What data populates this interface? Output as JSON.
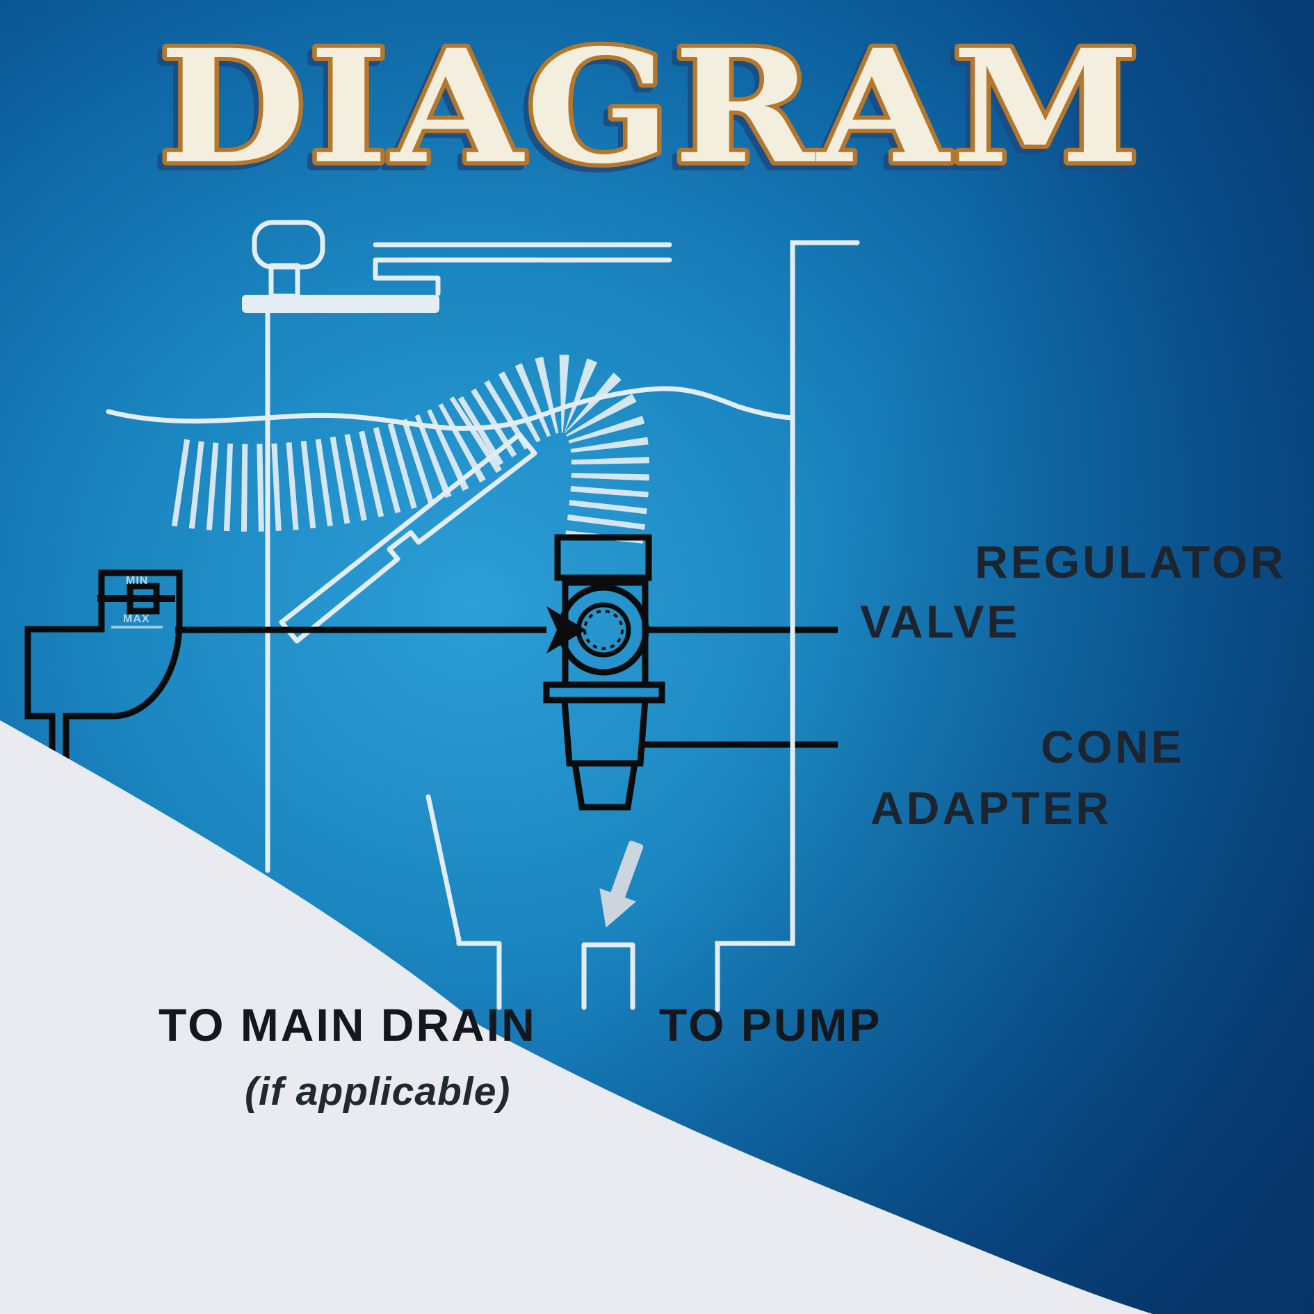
{
  "title": {
    "text": "DIAGRAM"
  },
  "colors": {
    "title_fill": "#f3eedd",
    "title_outline": "#b5772b",
    "title_shadow": "#1b4a80",
    "background_center_blue": "#2d9ed7",
    "background_edge_blue": "#083f79",
    "overlay_white": "#e9ebf1",
    "lineart_white": "#e4edf3",
    "lineart_black": "#0b0b0b",
    "flow_arrow_gray": "#d6dae0",
    "label_dark": "#1d242e"
  },
  "labels": {
    "regulator_valve": {
      "line1": "REGULATOR",
      "line2": "VALVE"
    },
    "cone_adapter": {
      "line1": "CONE",
      "line2": "ADAPTER"
    },
    "to_main_drain": {
      "text": "TO MAIN DRAIN",
      "note": "(if applicable)"
    },
    "to_pump": {
      "text": "TO PUMP"
    },
    "water_level": {
      "min": "MIN",
      "max": "MAX"
    }
  },
  "icons": {
    "valve_inlet_arrow": "right-arrowhead",
    "flow_arrow": "down-right-arrow"
  }
}
